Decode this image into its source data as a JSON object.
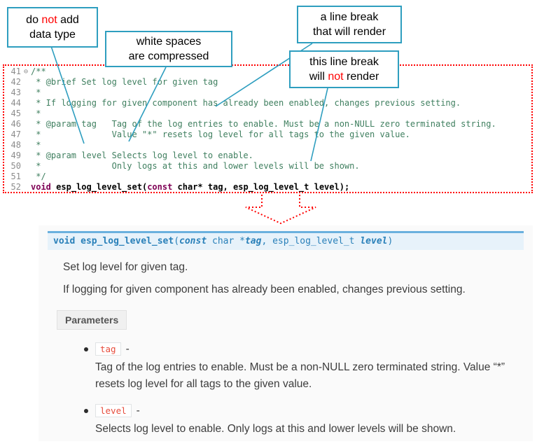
{
  "colors": {
    "callout_accent": "#2E9EBF",
    "highlight_red": "#FF0000",
    "comment_green": "#3F7F5F",
    "keyword_purple": "#7F0055",
    "signature_text": "#2980B9",
    "signature_bg": "#E7F2FA",
    "signature_border": "#6AB0DE",
    "literal_red": "#E74C3C"
  },
  "callouts": {
    "no_datatype": {
      "line1_pre": "do ",
      "line1_em": "not",
      "line1_post": " add",
      "line2": "data type"
    },
    "whitespace": {
      "line1": "white spaces",
      "line2": "are compressed"
    },
    "break_render": {
      "line1": "a line break",
      "line2": "that will render"
    },
    "break_no_render": {
      "line1": "this line break",
      "line2_pre": "will ",
      "line2_em": "not",
      "line2_post": " render"
    }
  },
  "code": {
    "lines": [
      {
        "num": "41",
        "fold": "⊖",
        "segments": [
          {
            "style": "comment",
            "text": "/**"
          }
        ]
      },
      {
        "num": "42",
        "fold": "",
        "segments": [
          {
            "style": "comment",
            "text": " * @brief Set log level for given tag"
          }
        ]
      },
      {
        "num": "43",
        "fold": "",
        "segments": [
          {
            "style": "comment",
            "text": " *"
          }
        ]
      },
      {
        "num": "44",
        "fold": "",
        "segments": [
          {
            "style": "comment",
            "text": " * If logging for given component has already been enabled, changes previous setting."
          }
        ]
      },
      {
        "num": "45",
        "fold": "",
        "segments": [
          {
            "style": "comment",
            "text": " *"
          }
        ]
      },
      {
        "num": "46",
        "fold": "",
        "segments": [
          {
            "style": "comment",
            "text": " * @param tag   Tag of the log entries to enable. Must be a non-NULL zero terminated string."
          }
        ]
      },
      {
        "num": "47",
        "fold": "",
        "segments": [
          {
            "style": "comment",
            "text": " *              Value \"*\" resets log level for all tags to the given value."
          }
        ]
      },
      {
        "num": "48",
        "fold": "",
        "segments": [
          {
            "style": "comment",
            "text": " *"
          }
        ]
      },
      {
        "num": "49",
        "fold": "",
        "segments": [
          {
            "style": "comment",
            "text": " * @param level Selects log level to enable."
          }
        ]
      },
      {
        "num": "50",
        "fold": "",
        "segments": [
          {
            "style": "comment",
            "text": " *              Only logs at this and lower levels will be shown."
          }
        ]
      },
      {
        "num": "51",
        "fold": "",
        "segments": [
          {
            "style": "comment",
            "text": " */"
          }
        ]
      },
      {
        "num": "52",
        "fold": "",
        "segments": [
          {
            "style": "kw",
            "text": "void"
          },
          {
            "style": "plain",
            "text": " esp_log_level_set("
          },
          {
            "style": "kw",
            "text": "const"
          },
          {
            "style": "plain",
            "text": " char* tag, esp_log_level_t level);"
          }
        ]
      }
    ]
  },
  "doc": {
    "signature_segments": [
      {
        "style": "bold",
        "text": "void "
      },
      {
        "style": "bold",
        "text": "esp_log_level_set"
      },
      {
        "style": "plain",
        "text": "("
      },
      {
        "style": "kw",
        "text": "const"
      },
      {
        "style": "plain",
        "text": " char *"
      },
      {
        "style": "param",
        "text": "tag"
      },
      {
        "style": "plain",
        "text": ", "
      },
      {
        "style": "plain",
        "text": "esp_log_level_t "
      },
      {
        "style": "param",
        "text": "level"
      },
      {
        "style": "plain",
        "text": ")"
      }
    ],
    "brief": "Set log level for given tag.",
    "description": "If logging for given component has already been enabled, changes previous setting.",
    "parameters_label": "Parameters",
    "param_separator": "-",
    "params": [
      {
        "name": "tag",
        "desc": "Tag of the log entries to enable. Must be a non-NULL zero terminated string. Value “*” resets log level for all tags to the given value."
      },
      {
        "name": "level",
        "desc": "Selects log level to enable. Only logs at this and lower levels will be shown."
      }
    ]
  }
}
